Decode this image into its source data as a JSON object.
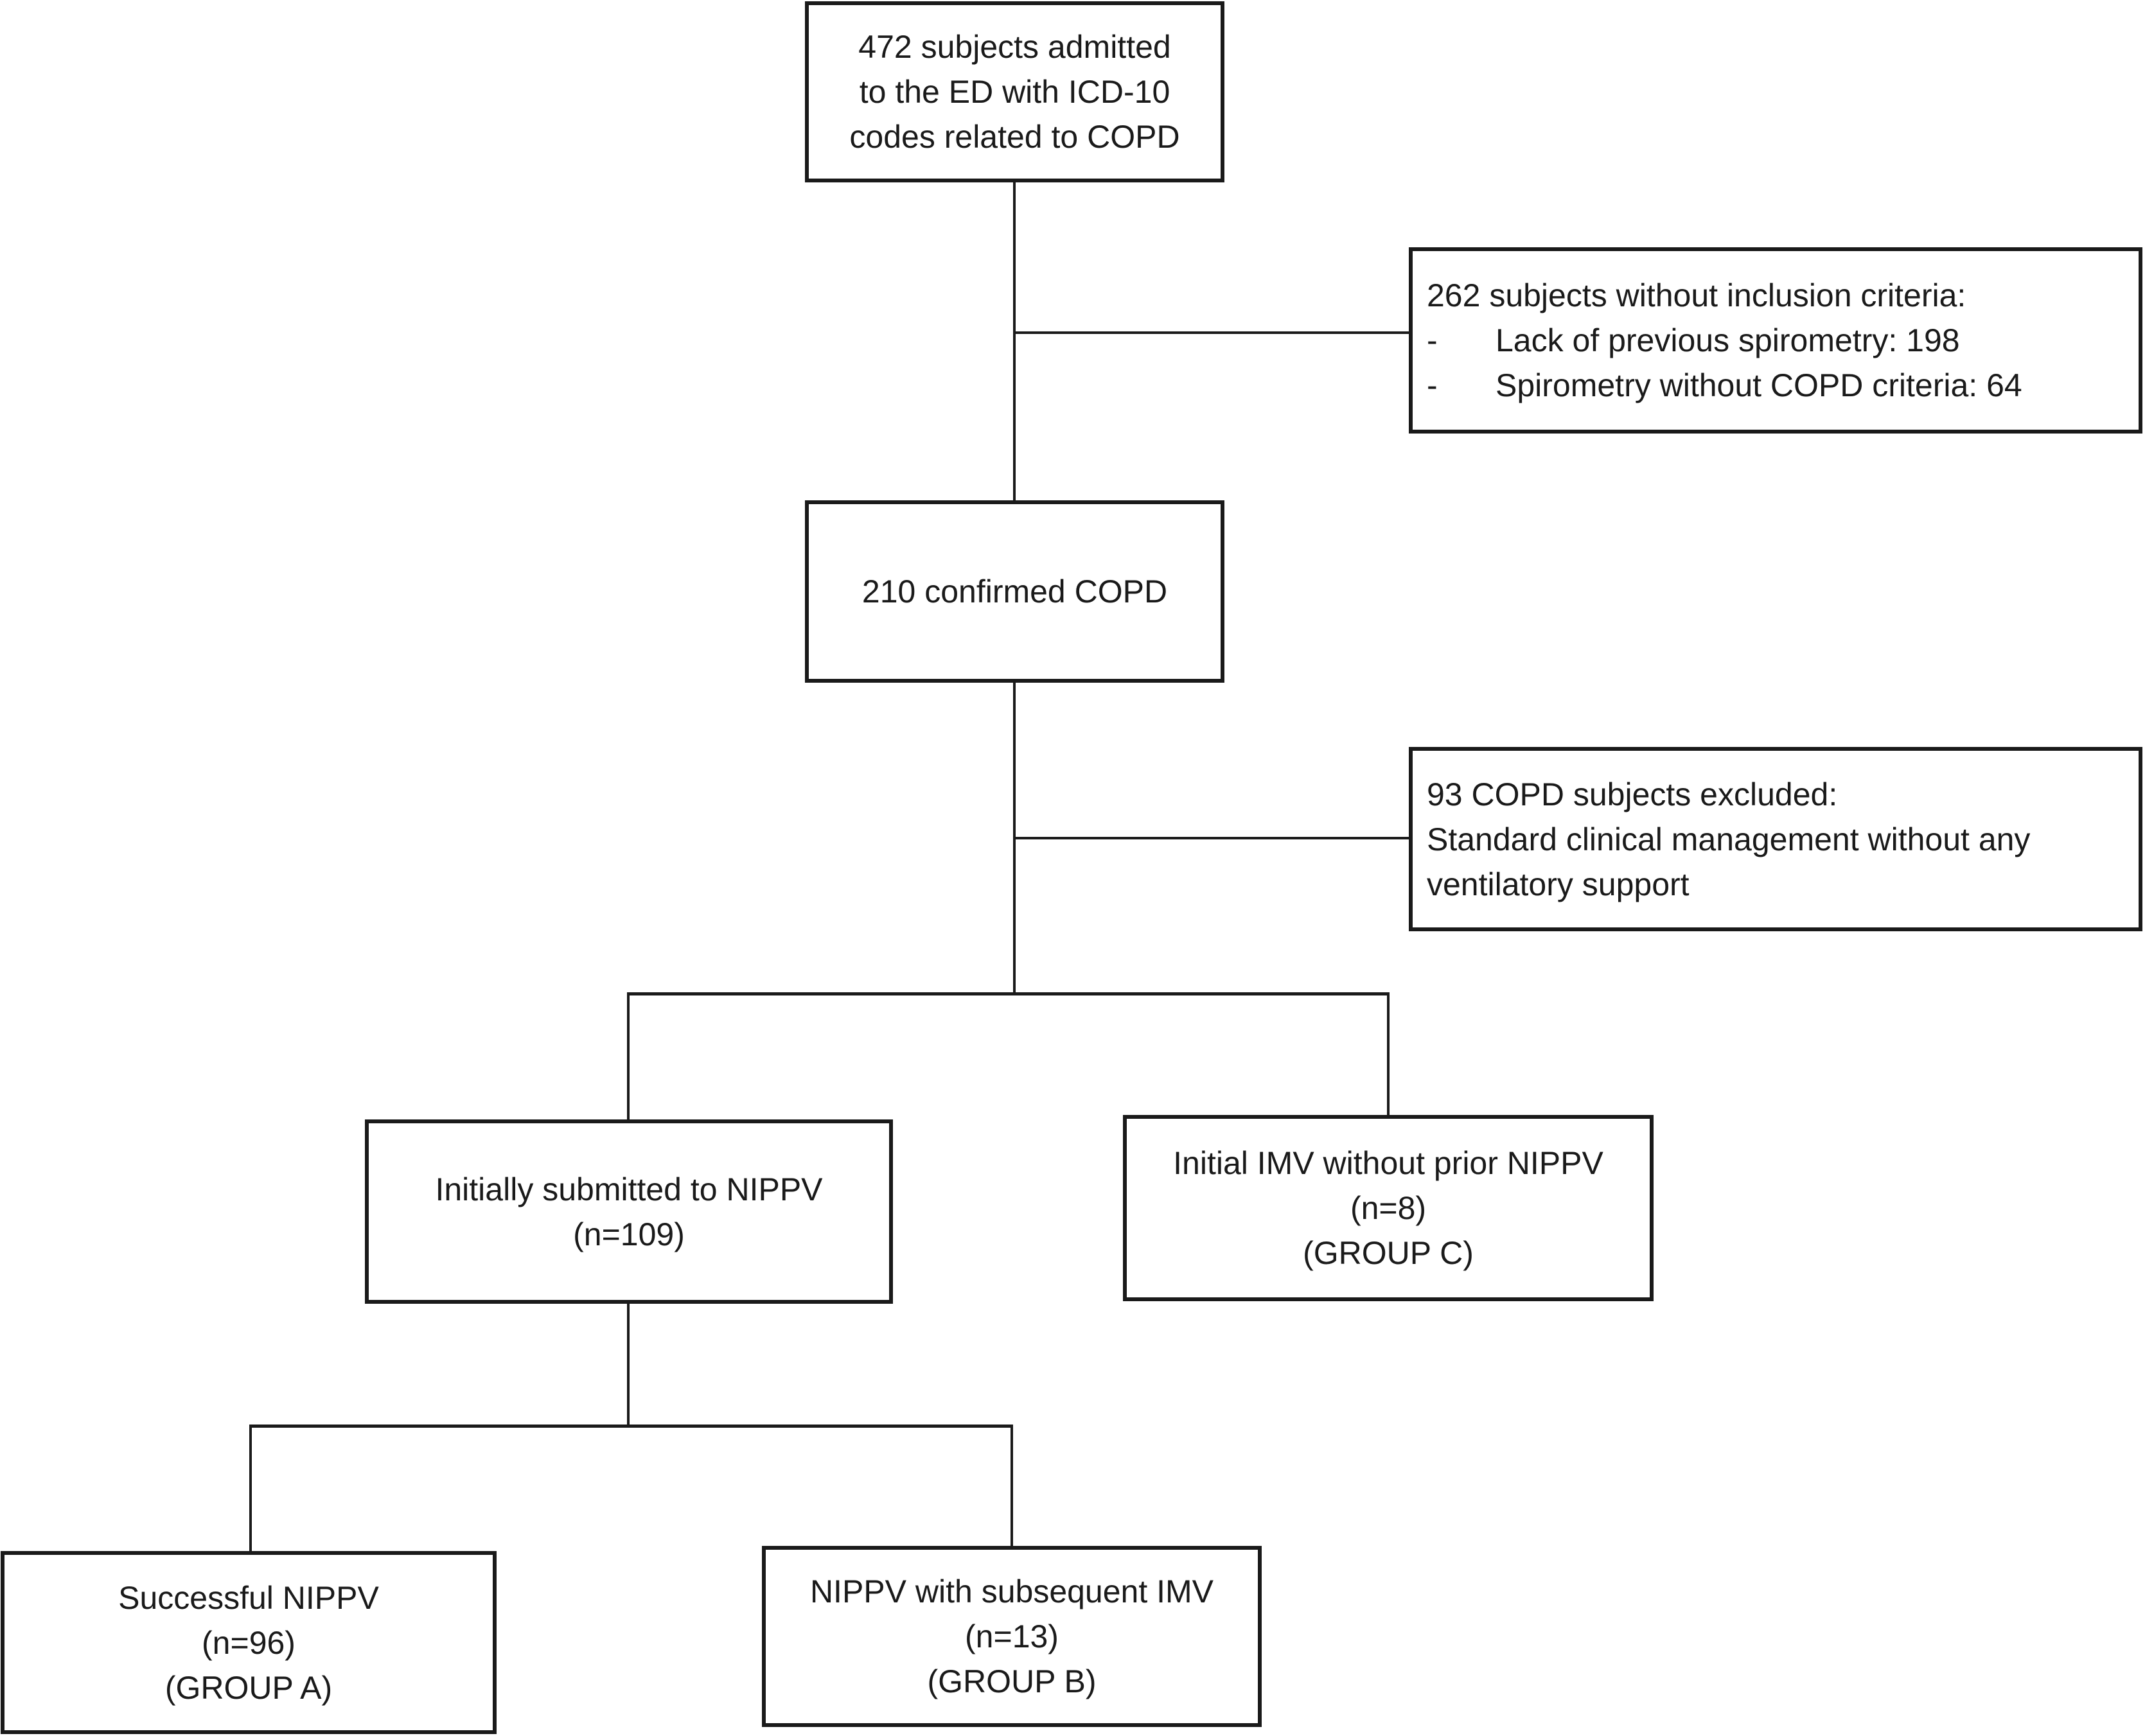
{
  "figure": {
    "colors": {
      "ink": "#1a1a1a",
      "background": "#ffffff"
    },
    "nodes": {
      "admitted": {
        "lines": [
          "472 subjects admitted",
          "to the ED with ICD-10",
          "codes related to COPD"
        ]
      },
      "no_inclusion": {
        "title": "262 subjects without inclusion criteria:",
        "bullets": [
          {
            "marker": "-",
            "text": "Lack of previous spirometry: 198"
          },
          {
            "marker": "-",
            "text": "Spirometry without COPD criteria: 64"
          }
        ]
      },
      "confirmed": {
        "lines": [
          "210 confirmed COPD"
        ]
      },
      "copd_excluded": {
        "lines": [
          "93 COPD subjects excluded:",
          "Standard clinical management without any",
          "ventilatory support"
        ]
      },
      "nippv": {
        "lines": [
          "Initially submitted to NIPPV",
          "(n=109)"
        ]
      },
      "imv_group_c": {
        "lines": [
          "Initial IMV without prior NIPPV",
          "(n=8)",
          "(GROUP C)"
        ]
      },
      "group_a": {
        "lines": [
          "Successful NIPPV",
          "(n=96)",
          "(GROUP A)"
        ]
      },
      "group_b": {
        "lines": [
          "NIPPV with subsequent IMV",
          "(n=13)",
          "(GROUP B)"
        ]
      }
    }
  }
}
